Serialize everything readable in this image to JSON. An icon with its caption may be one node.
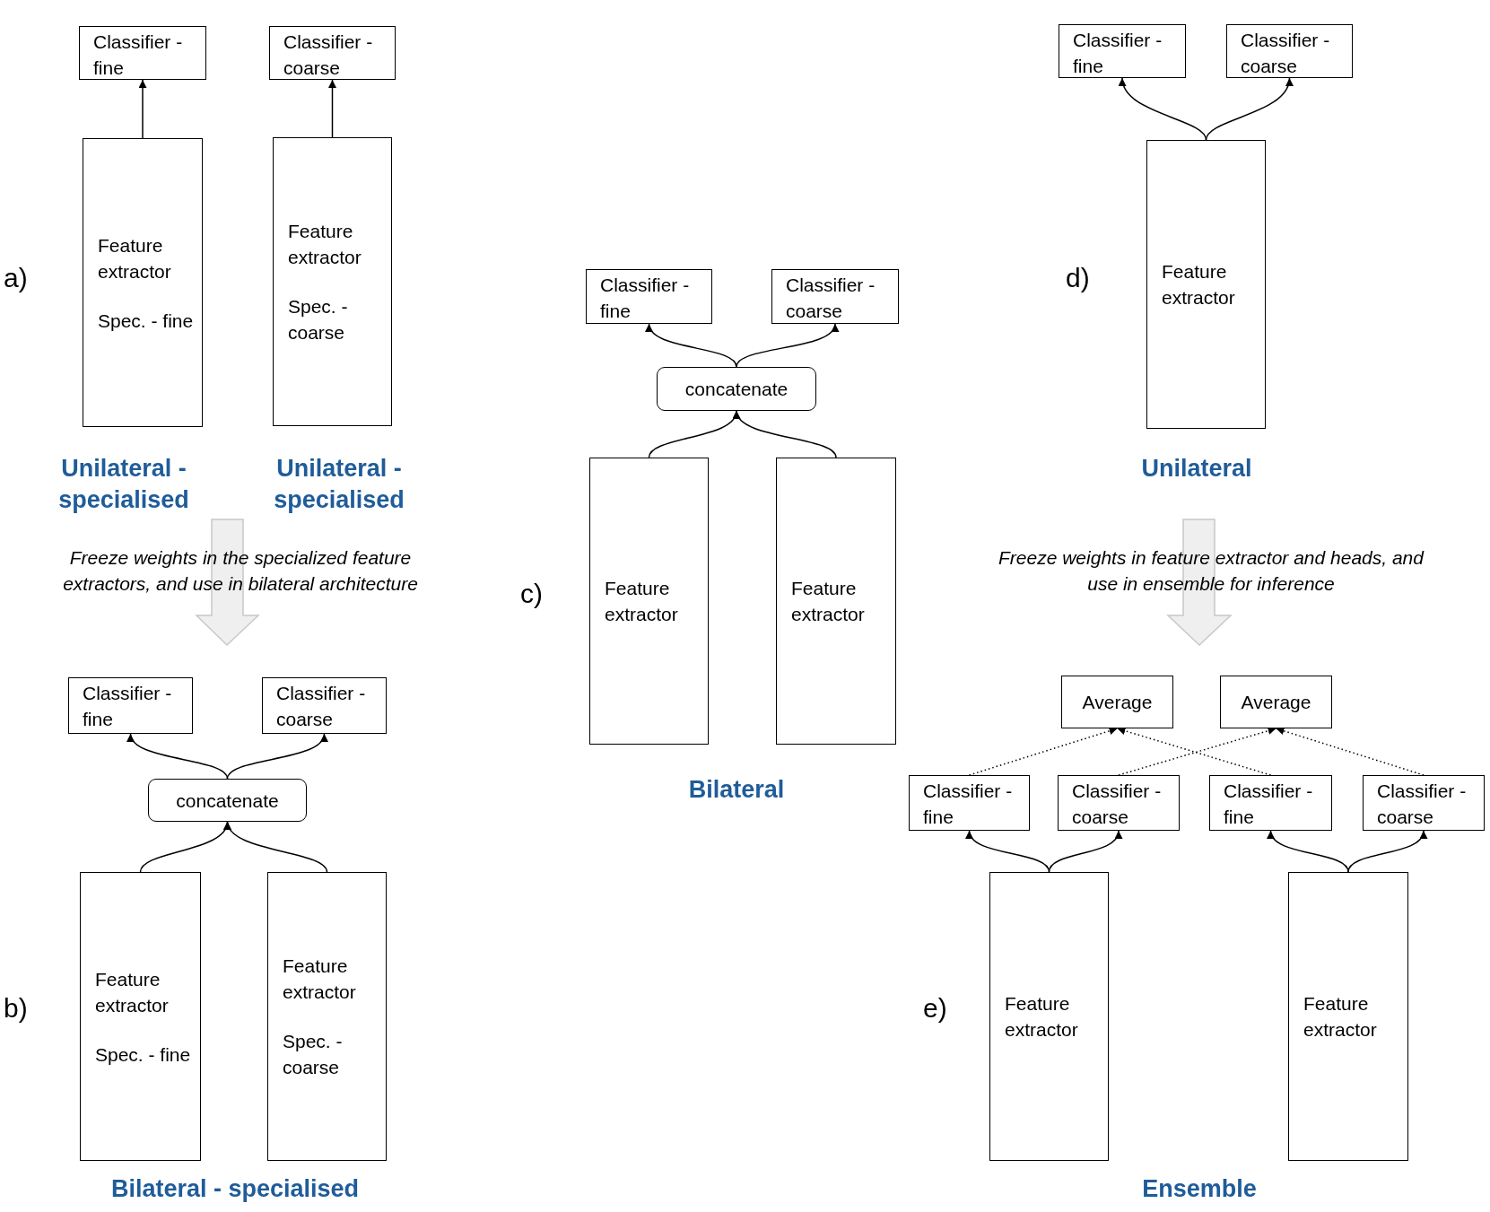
{
  "diagram": {
    "nodes": [
      {
        "text": [
          "Classifier - fine"
        ]
      },
      {
        "text": [
          "Classifier - coarse"
        ]
      },
      {
        "text": [
          "Feature extractor",
          "Spec. - fine"
        ]
      },
      {
        "text": [
          "Feature extractor",
          "Spec. - coarse"
        ]
      },
      {
        "text": [
          "Classifier - fine"
        ]
      },
      {
        "text": [
          "Classifier - coarse"
        ]
      },
      {
        "text": [
          "concatenate"
        ]
      },
      {
        "text": [
          "Feature extractor",
          "Spec. - fine"
        ]
      },
      {
        "text": [
          "Feature extractor",
          "Spec. - coarse"
        ]
      },
      {
        "text": [
          "Classifier - fine"
        ]
      },
      {
        "text": [
          "Classifier - coarse"
        ]
      },
      {
        "text": [
          "concatenate"
        ]
      },
      {
        "text": [
          "Feature extractor"
        ]
      },
      {
        "text": [
          "Feature extractor"
        ]
      },
      {
        "text": [
          "Classifier - fine"
        ]
      },
      {
        "text": [
          "Classifier - coarse"
        ]
      },
      {
        "text": [
          "Feature extractor"
        ]
      },
      {
        "text": [
          "Average"
        ]
      },
      {
        "text": [
          "Average"
        ]
      },
      {
        "text": [
          "Classifier - fine"
        ]
      },
      {
        "text": [
          "Classifier - coarse"
        ]
      },
      {
        "text": [
          "Classifier - fine"
        ]
      },
      {
        "text": [
          "Classifier - coarse"
        ]
      },
      {
        "text": [
          "Feature extractor"
        ]
      },
      {
        "text": [
          "Feature extractor"
        ]
      }
    ],
    "edges": [
      {
        "from": 2,
        "to": 0,
        "arrow": "to"
      },
      {
        "from": 3,
        "to": 1,
        "arrow": "to"
      },
      {
        "from": 6,
        "to": 4,
        "arrow": "to"
      },
      {
        "from": 6,
        "to": 5,
        "arrow": "to"
      },
      {
        "from": 7,
        "to": 6,
        "arrow": "to"
      },
      {
        "from": 8,
        "to": 6,
        "arrow": "to"
      },
      {
        "from": 11,
        "to": 9,
        "arrow": "to"
      },
      {
        "from": 11,
        "to": 10,
        "arrow": "to"
      },
      {
        "from": 12,
        "to": 11,
        "arrow": "to"
      },
      {
        "from": 13,
        "to": 11,
        "arrow": "to"
      },
      {
        "from": 16,
        "to": 14,
        "arrow": "to"
      },
      {
        "from": 16,
        "to": 15,
        "arrow": "to"
      },
      {
        "from": 19,
        "to": 17,
        "arrow": "to",
        "style": "dashed"
      },
      {
        "from": 20,
        "to": 18,
        "arrow": "to",
        "style": "dashed"
      },
      {
        "from": 21,
        "to": 17,
        "arrow": "to",
        "style": "dashed"
      },
      {
        "from": 22,
        "to": 18,
        "arrow": "to",
        "style": "dashed"
      },
      {
        "from": 23,
        "to": 19,
        "arrow": "to"
      },
      {
        "from": 23,
        "to": 20,
        "arrow": "to"
      },
      {
        "from": 24,
        "to": 21,
        "arrow": "to"
      },
      {
        "from": 24,
        "to": 22,
        "arrow": "to"
      }
    ],
    "labels": [
      "a)",
      "Unilateral - specialised",
      "Unilateral - specialised",
      "Freeze weights in the specialized feature extractors, and use in bilateral architecture",
      "b)",
      "Bilateral - specialised",
      "c)",
      "Bilateral",
      "d)",
      "Unilateral",
      "Freeze weights in feature extractor and heads, and use in ensemble for inference",
      "e)",
      "Ensemble"
    ]
  }
}
